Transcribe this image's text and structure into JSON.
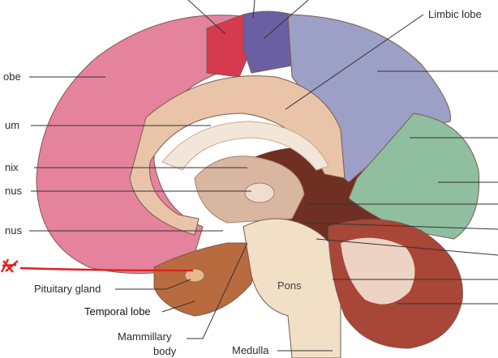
{
  "labels": {
    "limbic_lobe": "Limbic lobe",
    "frontal_lobe_partial": "obe",
    "callosum_partial": "um",
    "fornix_partial": "nix",
    "thalamus_partial": "nus",
    "hypothalamus_partial": "nus",
    "pituitary_gland": "Pituitary gland",
    "temporal_lobe": "Temporal lobe",
    "mammillary_line1": "Mammillary",
    "mammillary_line2": "body",
    "pons": "Pons",
    "medulla": "Medulla"
  },
  "colors": {
    "frontal": "#e5839c",
    "limbic": "#e9c4a9",
    "parietal": "#9c9fc6",
    "occipital": "#8fbf9f",
    "red_region": "#d63a4e",
    "purple_region": "#6b5fa3",
    "temporal": "#b86b3e",
    "brainstem": "#f1dfc6",
    "cerebellum": "#a84637",
    "annotation_red": "#e02020"
  }
}
